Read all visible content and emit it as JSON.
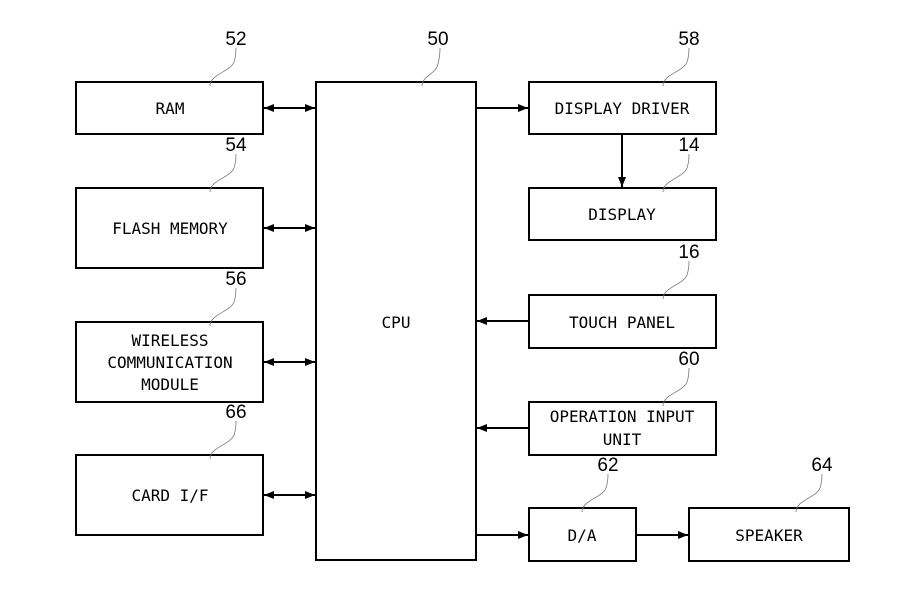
{
  "diagram": {
    "type": "block-diagram",
    "blocks": {
      "cpu": {
        "label": "CPU",
        "ref": "50"
      },
      "ram": {
        "label": "RAM",
        "ref": "52"
      },
      "flash": {
        "label": "FLASH MEMORY",
        "ref": "54"
      },
      "wireless": {
        "label_lines": [
          "WIRELESS",
          "COMMUNICATION",
          "MODULE"
        ],
        "ref": "56"
      },
      "card": {
        "label": "CARD I/F",
        "ref": "66"
      },
      "display_driver": {
        "label": "DISPLAY DRIVER",
        "ref": "58"
      },
      "display": {
        "label": "DISPLAY",
        "ref": "14"
      },
      "touch": {
        "label": "TOUCH PANEL",
        "ref": "16"
      },
      "operation": {
        "label_lines": [
          "OPERATION INPUT",
          "UNIT"
        ],
        "ref": "60"
      },
      "da": {
        "label": "D/A",
        "ref": "62"
      },
      "speaker": {
        "label": "SPEAKER",
        "ref": "64"
      }
    },
    "connections": [
      {
        "from": "ram",
        "to": "cpu",
        "direction": "bidirectional"
      },
      {
        "from": "flash",
        "to": "cpu",
        "direction": "bidirectional"
      },
      {
        "from": "wireless",
        "to": "cpu",
        "direction": "bidirectional"
      },
      {
        "from": "card",
        "to": "cpu",
        "direction": "bidirectional"
      },
      {
        "from": "cpu",
        "to": "display_driver",
        "direction": "forward"
      },
      {
        "from": "display_driver",
        "to": "display",
        "direction": "forward"
      },
      {
        "from": "touch",
        "to": "cpu",
        "direction": "forward"
      },
      {
        "from": "operation",
        "to": "cpu",
        "direction": "forward"
      },
      {
        "from": "cpu",
        "to": "da",
        "direction": "forward"
      },
      {
        "from": "da",
        "to": "speaker",
        "direction": "forward"
      }
    ]
  }
}
